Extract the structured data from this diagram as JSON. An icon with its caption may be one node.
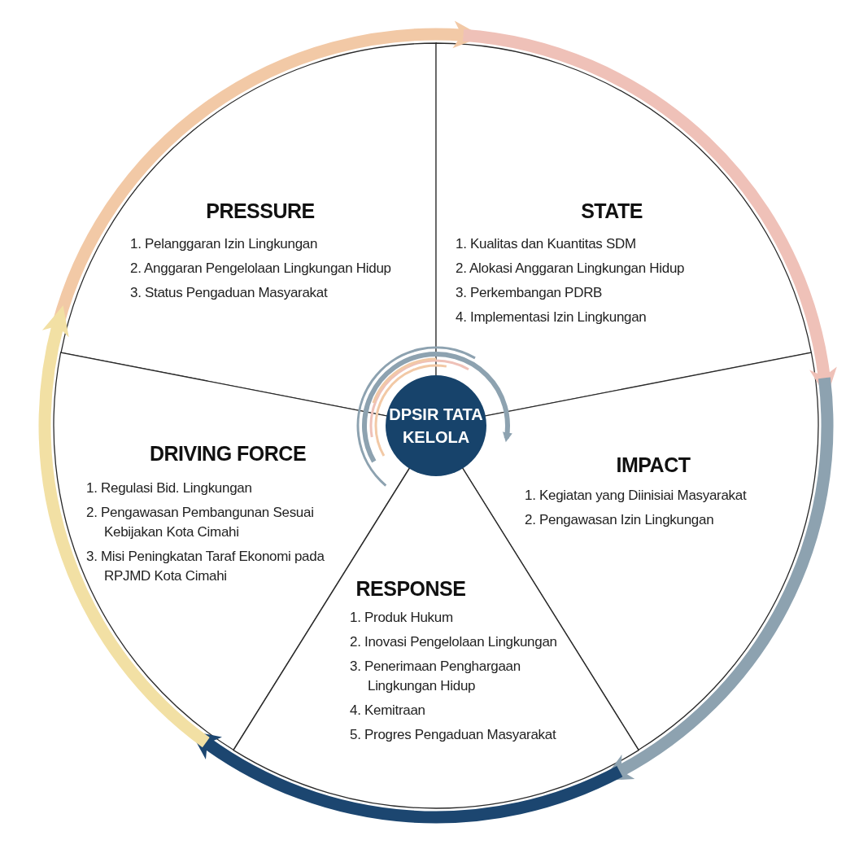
{
  "diagram": {
    "nodes": [
      {
        "text": [
          "PRESSURE",
          "1. Pelanggaran Izin Lingkungan",
          "2. Anggaran Pengelolaan Lingkungan Hidup",
          "3. Status Pengaduan Masyarakat"
        ]
      },
      {
        "text": [
          "STATE",
          "1. Kualitas dan Kuantitas SDM",
          "2. Alokasi Anggaran Lingkungan Hidup",
          "3. Perkembangan PDRB",
          "4. Implementasi Izin Lingkungan"
        ]
      },
      {
        "text": [
          "DPSIR TATA KELOLA"
        ]
      },
      {
        "text": [
          "DRIVING FORCE",
          "1. Regulasi Bid. Lingkungan",
          "2. Pengawasan Pembangunan Sesuai Kebijakan Kota Cimahi",
          "3. Misi Peningkatan Taraf Ekonomi pada RPJMD Kota Cimahi"
        ]
      },
      {
        "text": [
          "IMPACT",
          "1. Kegiatan yang Diinisiai Masyarakat",
          "2. Pengawasan Izin Lingkungan"
        ]
      },
      {
        "text": [
          "RESPONSE",
          "1. Produk Hukum",
          "2. Inovasi Pengelolaan Lingkungan",
          "3. Penerimaan Penghargaan Lingkungan Hidup",
          "4. Kemitraan",
          "5. Progres Pengaduan Masyarakat"
        ]
      }
    ],
    "edges": [
      {
        "from": 0,
        "to": 1,
        "arrow": "to",
        "color": "#f2c9a6"
      },
      {
        "from": 1,
        "to": 4,
        "arrow": "to",
        "color": "#efc1b8"
      },
      {
        "from": 4,
        "to": 5,
        "arrow": "to",
        "color": "#8da2b0"
      },
      {
        "from": 5,
        "to": 3,
        "arrow": "to",
        "color": "#1c4670"
      },
      {
        "from": 3,
        "to": 0,
        "arrow": "to",
        "color": "#f2e0a4"
      }
    ]
  }
}
